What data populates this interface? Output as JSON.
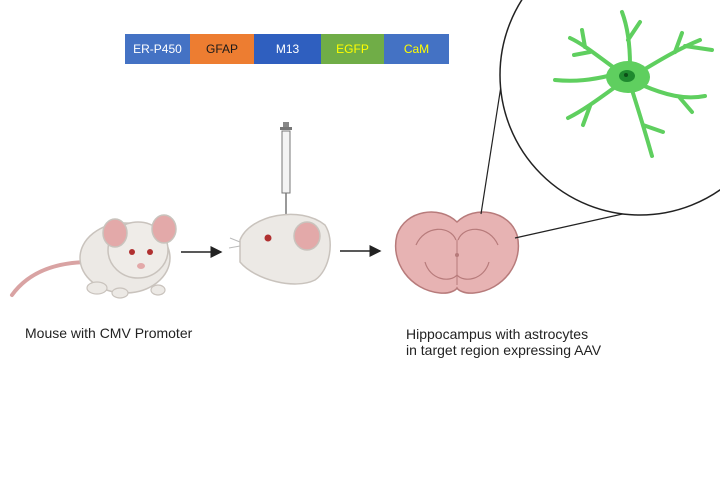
{
  "construct": {
    "segments": [
      {
        "label": "ER-P450",
        "color": "#4472c4",
        "text_color": "#ffffff"
      },
      {
        "label": "GFAP",
        "color": "#ed7d31",
        "text_color": "#1a1a1a"
      },
      {
        "label": "M13",
        "color": "#2f5fbf",
        "text_color": "#ffffff"
      },
      {
        "label": "EGFP",
        "color": "#70ad47",
        "text_color": "#ffff00"
      },
      {
        "label": "CaM",
        "color": "#4472c4",
        "text_color": "#ffff00"
      }
    ]
  },
  "captions": {
    "mouse": "Mouse with CMV Promoter",
    "hippocampus_line1": "Hippocampus with astrocytes",
    "hippocampus_line2": "in target region expressing AAV"
  },
  "colors": {
    "mouse_body": "#ece9e5",
    "mouse_ear": "#e3a9a9",
    "brain": "#e7b3b3",
    "brain_outline": "#b77b7b",
    "astrocyte": "#5fcf5f",
    "astrocyte_nucleus": "#1f8a2f",
    "arrow": "#222222"
  }
}
